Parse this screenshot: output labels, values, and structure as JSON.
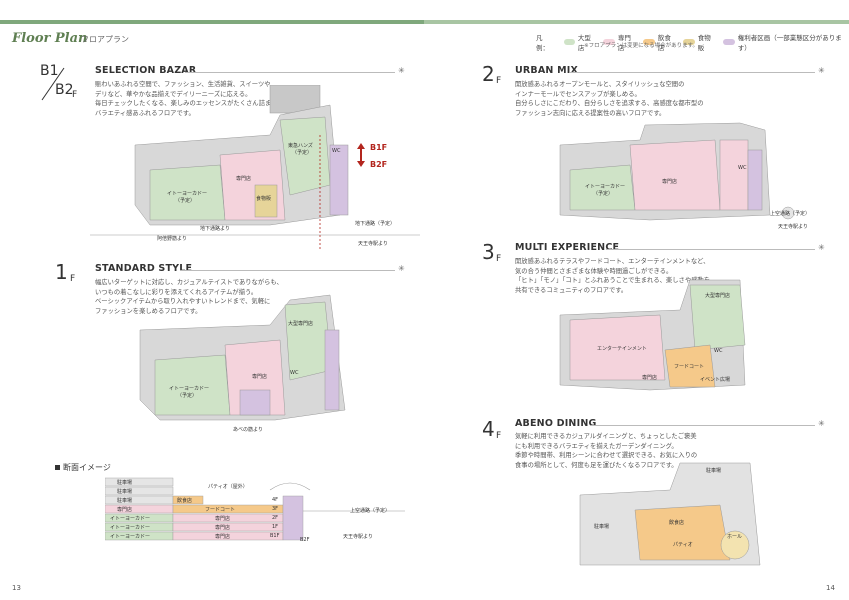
{
  "header": {
    "title": "Floor Plan",
    "subtitle": "フロアプラン",
    "legend_prefix": "凡 例：",
    "legend": [
      {
        "label": "大型店",
        "color": "#cfe3c7"
      },
      {
        "label": "専門店",
        "color": "#f4d3dc"
      },
      {
        "label": "飲食店",
        "color": "#f5c98a"
      },
      {
        "label": "食物販",
        "color": "#e6d499"
      },
      {
        "label": "権利者区画（一部業態区分があります）",
        "color": "#d4c2e0"
      }
    ],
    "note": "※フロアプランは変更になる場合があります。"
  },
  "sections": {
    "b1b2": {
      "num_top": "B1",
      "num_bottom": "B2",
      "num_suffix": "F",
      "title": "SELECTION BAZAR",
      "desc": [
        "賑わいあふれる空間で、ファッション、生活雑貨、スイーツや",
        "デリなど、華やかな品揃えでデイリーニーズに応える。",
        "毎日チェックしたくなる、楽しみのエッセンスがたくさん詰まった",
        "バラエティ感あふれるフロアです。"
      ],
      "labels": {
        "tokyu": "東急ハンズ",
        "tokyu_sub": "（予定）",
        "ito": "イトーヨーカドー",
        "ito_sub": "（予定）",
        "senmon": "専門店",
        "shokubutsu": "食物販",
        "chika_a": "阿倍野筋より",
        "chika_b": "地下通路より",
        "chika_c": "地下通路（予定）",
        "tennoji": "天王寺駅より",
        "wc": "WC"
      },
      "b1f": "B1F",
      "b2f": "B2F"
    },
    "f1": {
      "num": "1",
      "num_suffix": "F",
      "title": "STANDARD STYLE",
      "desc": [
        "幅広いターゲットに対応し、カジュアルテイストでありながらも、",
        "いつもの着こなしに彩りを添えてくれるアイテムが揃う。",
        "ベーシックアイテムから取り入れやすいトレンドまで、気軽に",
        "ファッションを楽しめるフロアです。"
      ],
      "labels": {
        "big": "大型専門店",
        "ito": "イトーヨーカドー",
        "ito_sub": "（予定）",
        "senmon": "専門店",
        "abeno": "あべの筋より",
        "wc": "WC"
      }
    },
    "f2": {
      "num": "2",
      "num_suffix": "F",
      "title": "URBAN MIX",
      "desc": [
        "開放感あふれるオープンモールと、スタイリッシュな空間の",
        "インナーモールでセンスアップが楽しめる。",
        "自分らしさにこだわり、自分らしさを追求する、高感度な都市型の",
        "ファッション志向に応える提案性の高いフロアです。"
      ],
      "labels": {
        "ito": "イトーヨーカドー",
        "ito_sub": "（予定）",
        "senmon": "専門店",
        "joku": "上空通路（予定）",
        "tennoji": "天王寺駅より",
        "wc": "WC"
      }
    },
    "f3": {
      "num": "3",
      "num_suffix": "F",
      "title": "MULTI EXPERIENCE",
      "desc": [
        "開放感あふれるテラスやフードコート、エンターテインメントなど、",
        "気の合う仲間とさまざまな体験や時間過ごしができる。",
        "「ヒト」「モノ」「コト」とふれあうことで生まれる、楽しさや感動を",
        "共有できるコミュニティのフロアです。"
      ],
      "labels": {
        "big": "大型専門店",
        "ent": "エンターテインメント",
        "food": "フードコート",
        "event": "イベント広場",
        "senmon": "専門店",
        "wc": "WC"
      }
    },
    "f4": {
      "num": "4",
      "num_suffix": "F",
      "title": "ABENO DINING",
      "desc": [
        "気軽に利用できるカジュアルダイニングと、ちょっとしたご褒美",
        "にも利用できるバラエティを揃えたガーデンダイニング。",
        "季節や時間帯、利用シーンに合わせて選択できる、お気に入りの",
        "食事の場所として、何度も足を運びたくなるフロアです。"
      ],
      "labels": {
        "parking_a": "駐車場",
        "parking_b": "駐車場",
        "inshoku": "飲食店",
        "patio": "パティオ",
        "hall": "ホール"
      }
    }
  },
  "cutaway": {
    "title": "断面イメージ",
    "rows": [
      {
        "left": "駐車場",
        "mid": "",
        "right": ""
      },
      {
        "left": "駐車場",
        "mid": "",
        "right": ""
      },
      {
        "left": "駐車場",
        "mid": "飲食店",
        "right": "4F"
      },
      {
        "left": "専門店",
        "mid": "フードコート",
        "right": "3F"
      },
      {
        "left": "イトーヨーカドー",
        "mid": "専門店",
        "right": "2F"
      },
      {
        "left": "イトーヨーカドー",
        "mid": "専門店",
        "right": "1F"
      },
      {
        "left": "イトーヨーカドー",
        "mid": "専門店",
        "right": "B1F"
      }
    ],
    "patio": "パティオ（屋外）",
    "b2f": "B2F",
    "joku": "上空通路（予定）",
    "tennoji": "天王寺駅より"
  },
  "footer": {
    "page_left": "13",
    "page_right": "14"
  }
}
